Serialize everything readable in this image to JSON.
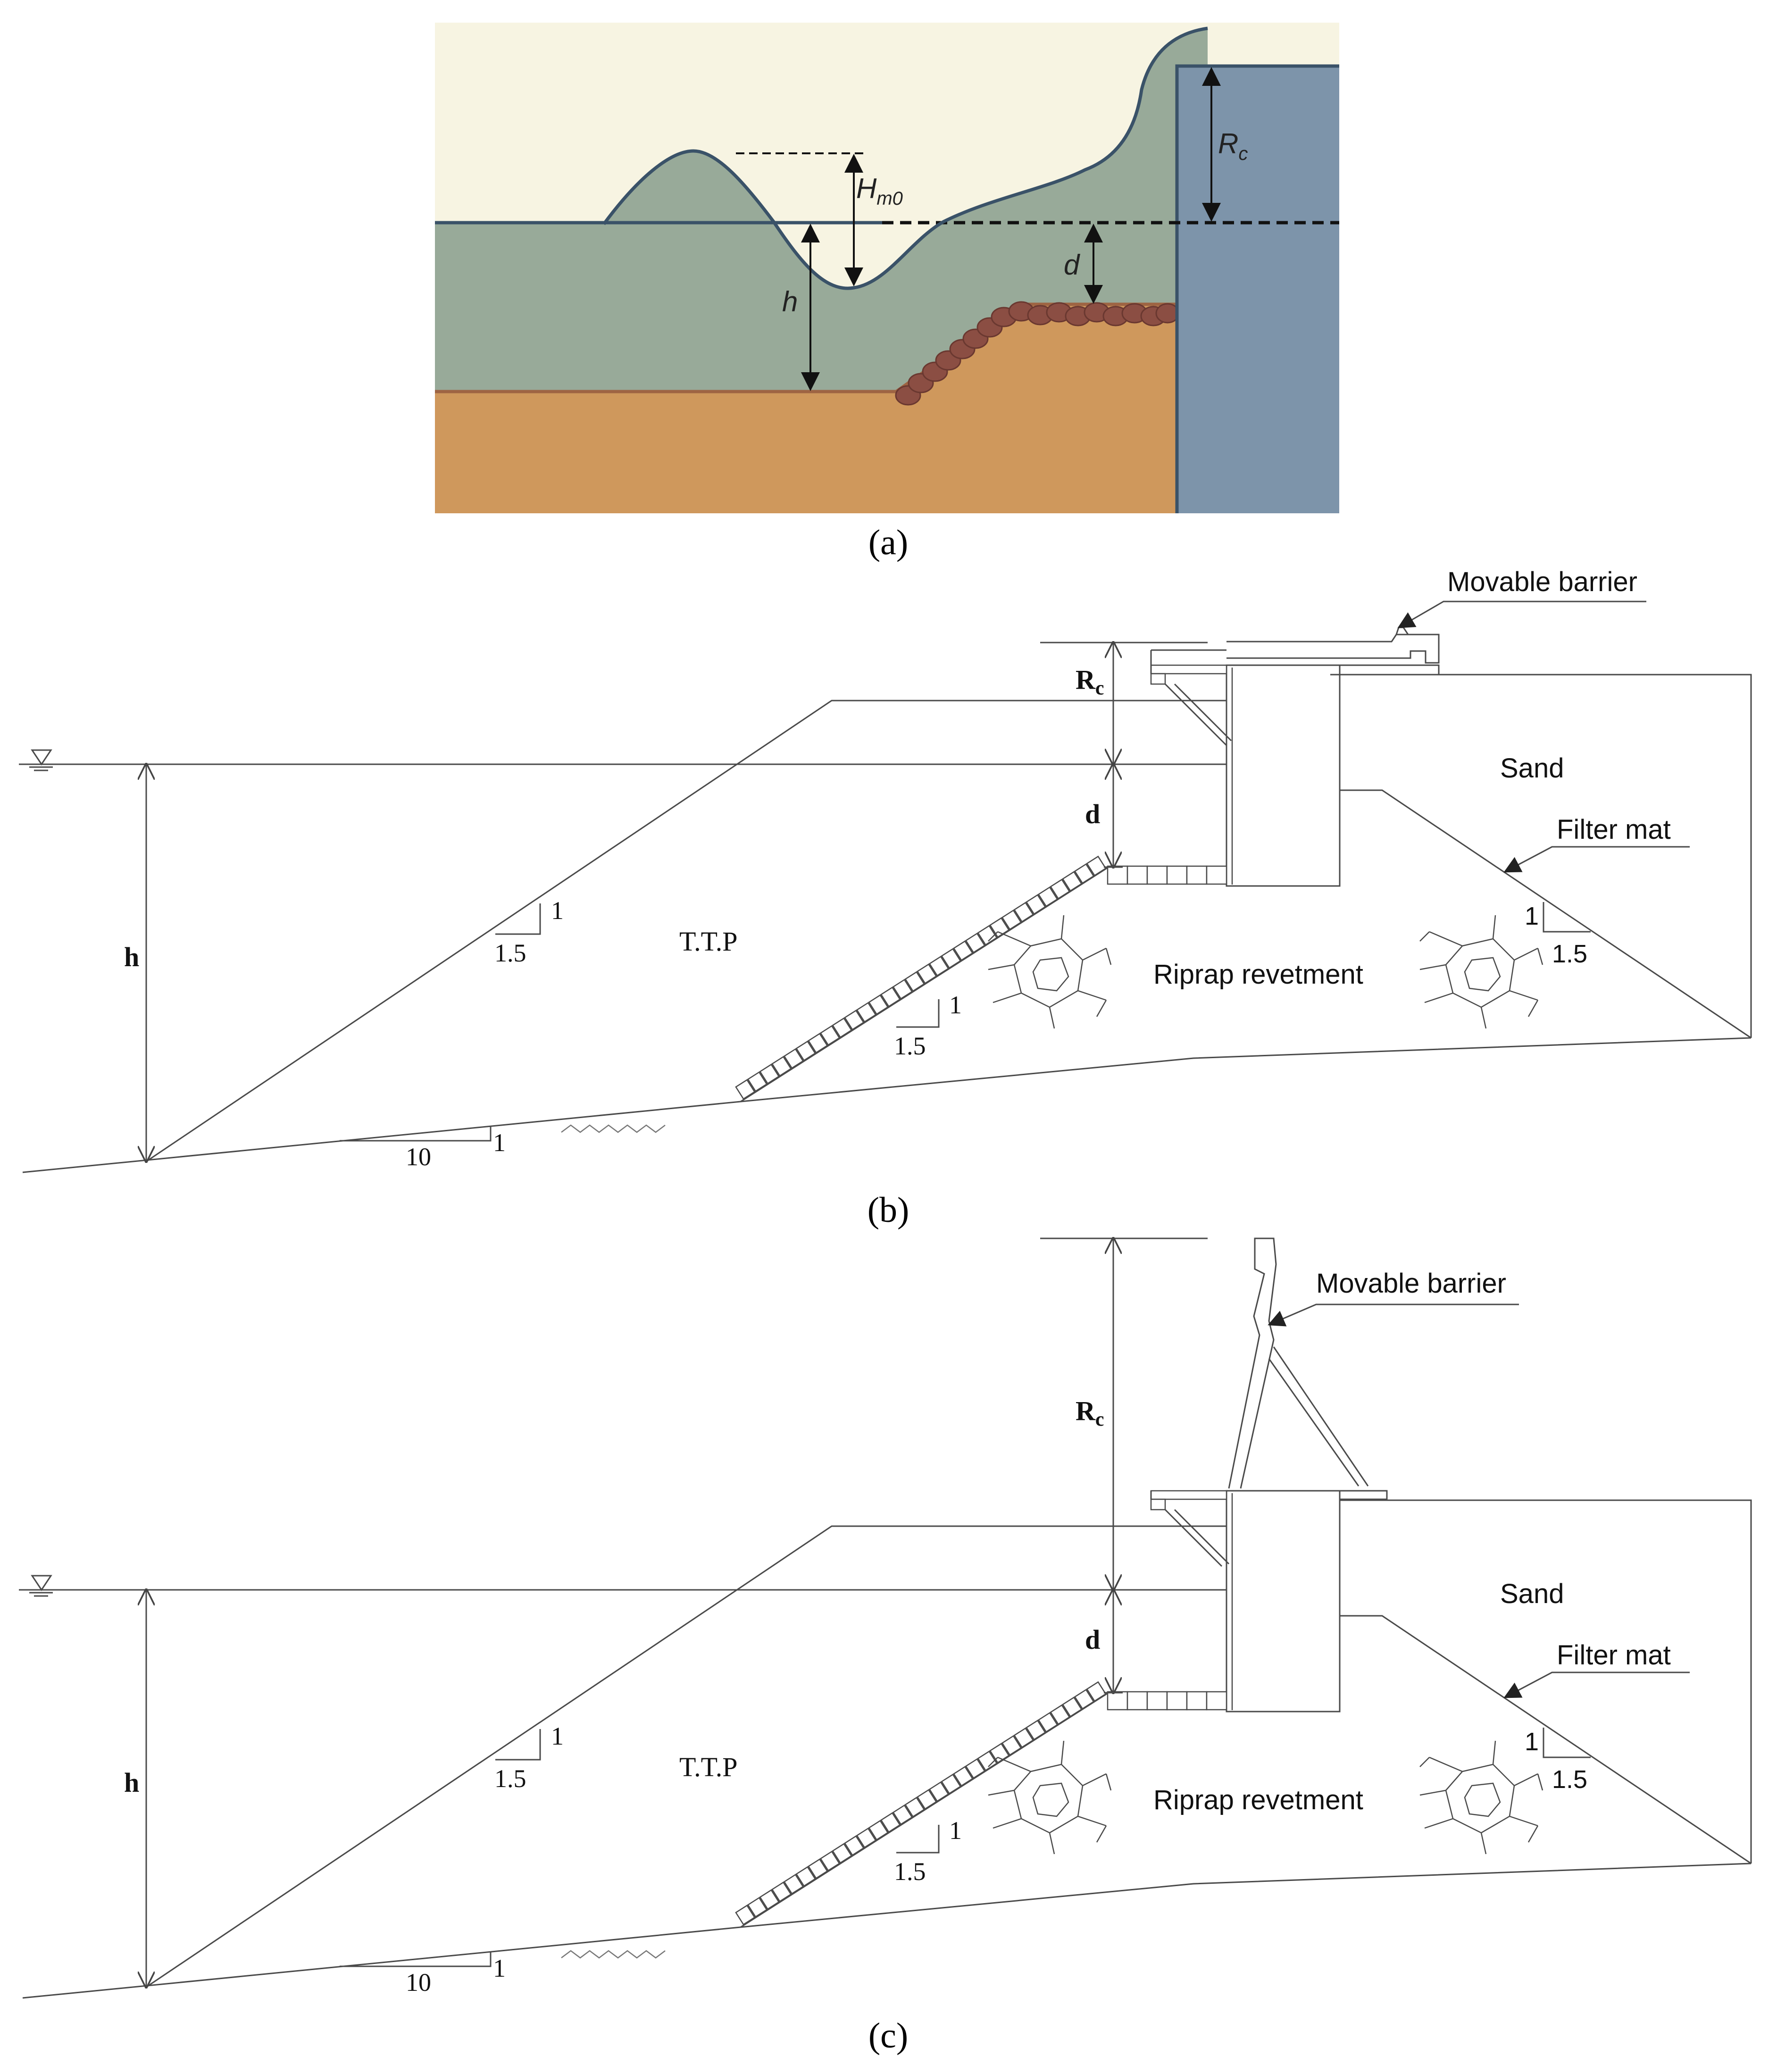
{
  "panel_a": {
    "caption": "(a)",
    "labels": {
      "h": "h",
      "hm0_main": "H",
      "hm0_sub": "m0",
      "d": "d",
      "rc_main": "R",
      "rc_sub": "c"
    },
    "colors": {
      "sky": "#f7f4e2",
      "water": "#98aa99",
      "water_line": "#3a5268",
      "sand": "#cf985c",
      "wall": "#7d94aa",
      "rocks": "#8b4e43"
    }
  },
  "panel_b": {
    "caption": "(b)",
    "labels": {
      "movable_barrier": "Movable barrier",
      "sand": "Sand",
      "filter_mat": "Filter mat",
      "riprap": "Riprap revetment",
      "ttp": "T.T.P",
      "rc_main": "R",
      "rc_sub": "c",
      "d": "d",
      "h": "h"
    },
    "slopes": [
      {
        "v": "1",
        "h": "1.5"
      },
      {
        "v": "1",
        "h": "1.5"
      },
      {
        "v": "1",
        "h": "1.5"
      },
      {
        "v": "1",
        "h": "10"
      }
    ]
  },
  "panel_c": {
    "caption": "(c)",
    "labels": {
      "movable_barrier": "Movable barrier",
      "sand": "Sand",
      "filter_mat": "Filter mat",
      "riprap": "Riprap revetment",
      "ttp": "T.T.P",
      "rc_main": "R",
      "rc_sub": "c",
      "d": "d",
      "h": "h"
    },
    "slopes": [
      {
        "v": "1",
        "h": "1.5"
      },
      {
        "v": "1",
        "h": "1.5"
      },
      {
        "v": "1",
        "h": "1.5"
      },
      {
        "v": "1",
        "h": "10"
      }
    ]
  }
}
